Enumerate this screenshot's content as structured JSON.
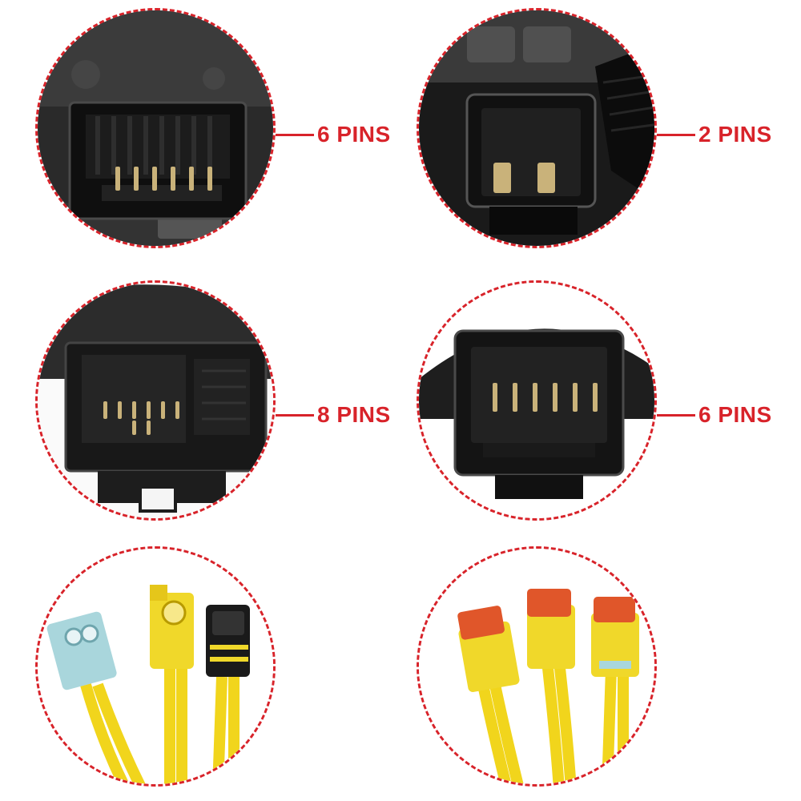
{
  "colors": {
    "accent": "#d8232a",
    "background": "#ffffff",
    "connector_housing": "#1b1b1b",
    "pin": "#c9b27a",
    "cable_yellow": "#f1d51c",
    "plug_yellow": "#f0d82a",
    "plug_blue": "#a9d6dc",
    "plug_black": "#1a1a1a",
    "latch_orange": "#e0562a"
  },
  "panels": [
    {
      "id": "top-left",
      "label": "6 PINS",
      "pin_count": 6,
      "photo": "connector-photo"
    },
    {
      "id": "top-right",
      "label": "2 PINS",
      "pin_count": 2,
      "photo": "connector-photo"
    },
    {
      "id": "middle-left",
      "label": "8 PINS",
      "pin_count": 8,
      "photo": "connector-photo"
    },
    {
      "id": "middle-right",
      "label": "6 PINS",
      "pin_count": 6,
      "photo": "connector-photo"
    },
    {
      "id": "bottom-left",
      "label": "",
      "plugs": [
        "blue",
        "yellow",
        "black"
      ],
      "photo": "airbag-plugs-photo"
    },
    {
      "id": "bottom-right",
      "label": "",
      "plugs": [
        "orange-latch",
        "orange-latch",
        "orange-latch"
      ],
      "photo": "airbag-plugs-photo"
    }
  ]
}
